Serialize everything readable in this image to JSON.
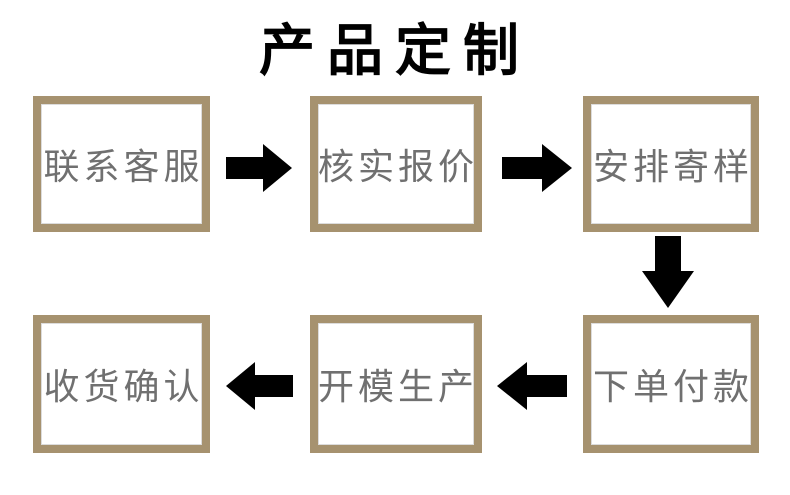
{
  "title": "产品定制",
  "flow": {
    "steps": [
      {
        "id": 1,
        "label": "联系客服"
      },
      {
        "id": 2,
        "label": "核实报价"
      },
      {
        "id": 3,
        "label": "安排寄样"
      },
      {
        "id": 4,
        "label": "下单付款"
      },
      {
        "id": 5,
        "label": "开模生产"
      },
      {
        "id": 6,
        "label": "收货确认"
      }
    ],
    "arrows": [
      {
        "from": "联系客服",
        "to": "核实报价",
        "direction": "right"
      },
      {
        "from": "核实报价",
        "to": "安排寄样",
        "direction": "right"
      },
      {
        "from": "安排寄样",
        "to": "下单付款",
        "direction": "down"
      },
      {
        "from": "下单付款",
        "to": "开模生产",
        "direction": "left"
      },
      {
        "from": "开模生产",
        "to": "收货确认",
        "direction": "left"
      }
    ]
  },
  "colors": {
    "background": "#ffffff",
    "title_text": "#000000",
    "box_border": "#a6926f",
    "box_text": "#707070",
    "arrow_fill": "#000000"
  }
}
